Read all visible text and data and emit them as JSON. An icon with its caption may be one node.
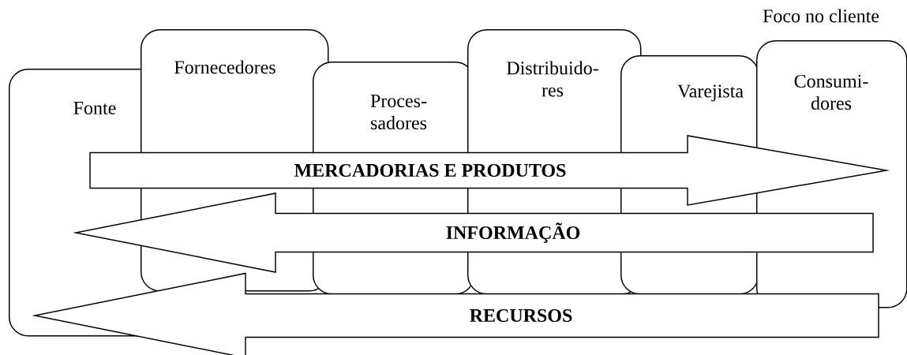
{
  "diagram": {
    "nodes": [
      {
        "text": [
          "Fonte"
        ]
      },
      {
        "text": [
          "Fornecedores"
        ]
      },
      {
        "text": [
          "Proces- sadores"
        ]
      },
      {
        "text": [
          "Distribuido- res"
        ]
      },
      {
        "text": [
          "Varejista"
        ]
      },
      {
        "text": [
          "Consumi- dores"
        ]
      }
    ],
    "edges": [
      {
        "from": 0,
        "to": 5,
        "arrow": "to",
        "label": "MERCADORIAS E PRODUTOS"
      },
      {
        "from": 5,
        "to": 0,
        "arrow": "to",
        "label": "INFORMAÇÃO"
      },
      {
        "from": 5,
        "to": 0,
        "arrow": "to",
        "label": "RECURSOS"
      }
    ],
    "labels": [
      "Foco no cliente"
    ]
  }
}
